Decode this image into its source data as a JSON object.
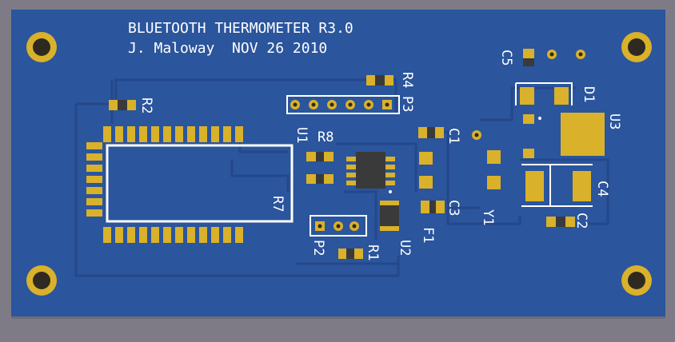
{
  "board": {
    "title": "BLUETOOTH THERMOMETER R3.0",
    "author_line": "J. Maloway  NOV 26 2010",
    "colors": {
      "background": "#7f7b86",
      "pcb": "#2b559c",
      "trace": "#24488a",
      "pad": "#d9b12a",
      "silkscreen": "#ffffff",
      "hole": "#1a1a1a"
    }
  },
  "components": {
    "R2": "R2",
    "R4": "R4",
    "P3": "P3",
    "C5": "C5",
    "D1": "D1",
    "U3": "U3",
    "U1": "U1",
    "R8": "R8",
    "C1": "C1",
    "C3": "C3",
    "C4": "C4",
    "C2": "C2",
    "Y1": "Y1",
    "F1": "F1",
    "U2": "U2",
    "R1": "R1",
    "P2": "P2",
    "R7": "R7"
  }
}
